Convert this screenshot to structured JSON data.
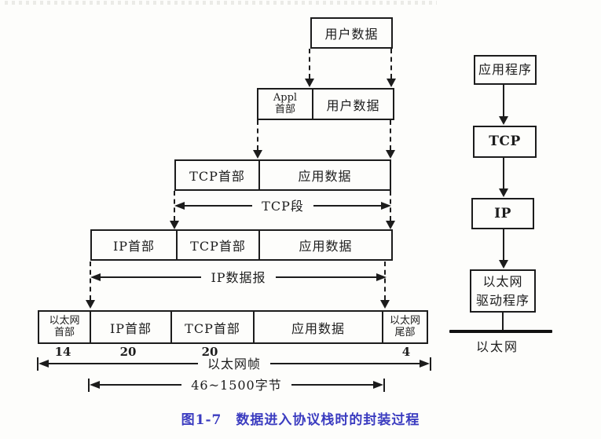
{
  "encapsulation": {
    "row1": {
      "user_data": "用户数据"
    },
    "row2": {
      "appl_header": {
        "line1": "Appl",
        "line2": "首部"
      },
      "user_data": "用户数据"
    },
    "row3": {
      "tcp_header": "TCP首部",
      "app_data": "应用数据"
    },
    "tcp_segment_label": "TCP段",
    "row4": {
      "ip_header": "IP首部",
      "tcp_header": "TCP首部",
      "app_data": "应用数据"
    },
    "ip_datagram_label": "IP数据报",
    "row5": {
      "eth_header": {
        "line1": "以太网",
        "line2": "首部"
      },
      "ip_header": "IP首部",
      "tcp_header": "TCP首部",
      "app_data": "应用数据",
      "eth_trailer": {
        "line1": "以太网",
        "line2": "尾部"
      }
    },
    "byte_counts": {
      "eth_header": "14",
      "ip_header": "20",
      "tcp_header": "20",
      "eth_trailer": "4"
    },
    "ethernet_frame_label": "以太网帧",
    "frame_payload_range_label": "46~1500字节"
  },
  "protocol_stack": {
    "application": "应用程序",
    "tcp": "TCP",
    "ip": "IP",
    "ethernet_driver": {
      "line1": "以太网",
      "line2": "驱动程序"
    },
    "ethernet": "以太网"
  },
  "caption": {
    "figure_number": "图1-7",
    "title": "数据进入协议栈时的封装过程"
  },
  "colors": {
    "ink": "#1c1c1c",
    "caption": "#3b3cc0",
    "paper": "#fdfdfb"
  }
}
